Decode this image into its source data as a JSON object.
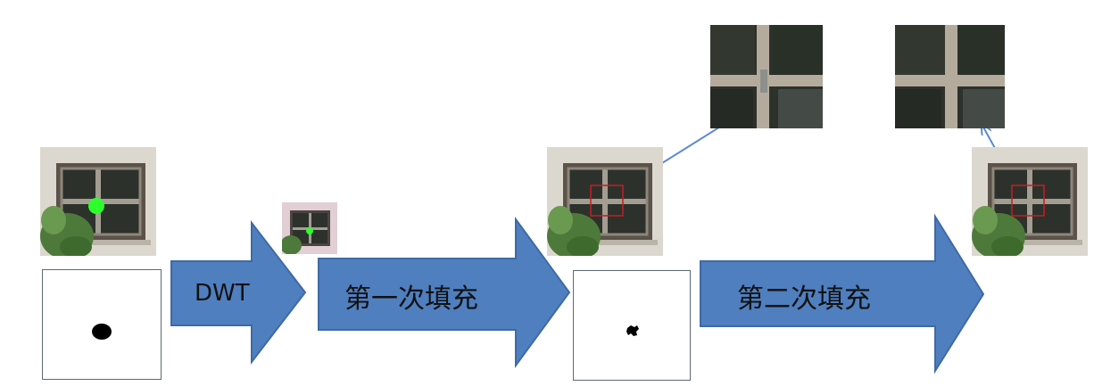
{
  "steps": {
    "dwt_label": "DWT",
    "first_fill_label": "第一次填充",
    "second_fill_label": "第二次填充"
  },
  "colors": {
    "arrow_fill": "#4f7fbf",
    "arrow_stroke": "#3e6aa6",
    "pointer_line": "#5b8bd0",
    "highlight_rect": "#c81e1e",
    "mask_marker": "#2dff2d",
    "wall": "#dcd8cf",
    "foliage": "#4d7a3a",
    "dark_glass": "#2d312c"
  },
  "images": {
    "input_window": "window-with-green-mask-marker",
    "input_mask": "binary-hole-mask",
    "dwt_thumbnail": "downsampled-window-thumbnail",
    "first_result_window": "window-after-first-fill",
    "first_result_mask": "residual-hole-mask",
    "first_zoom": "zoomed-patch-first-fill",
    "second_result_window": "window-after-second-fill",
    "second_zoom": "zoomed-patch-second-fill"
  }
}
